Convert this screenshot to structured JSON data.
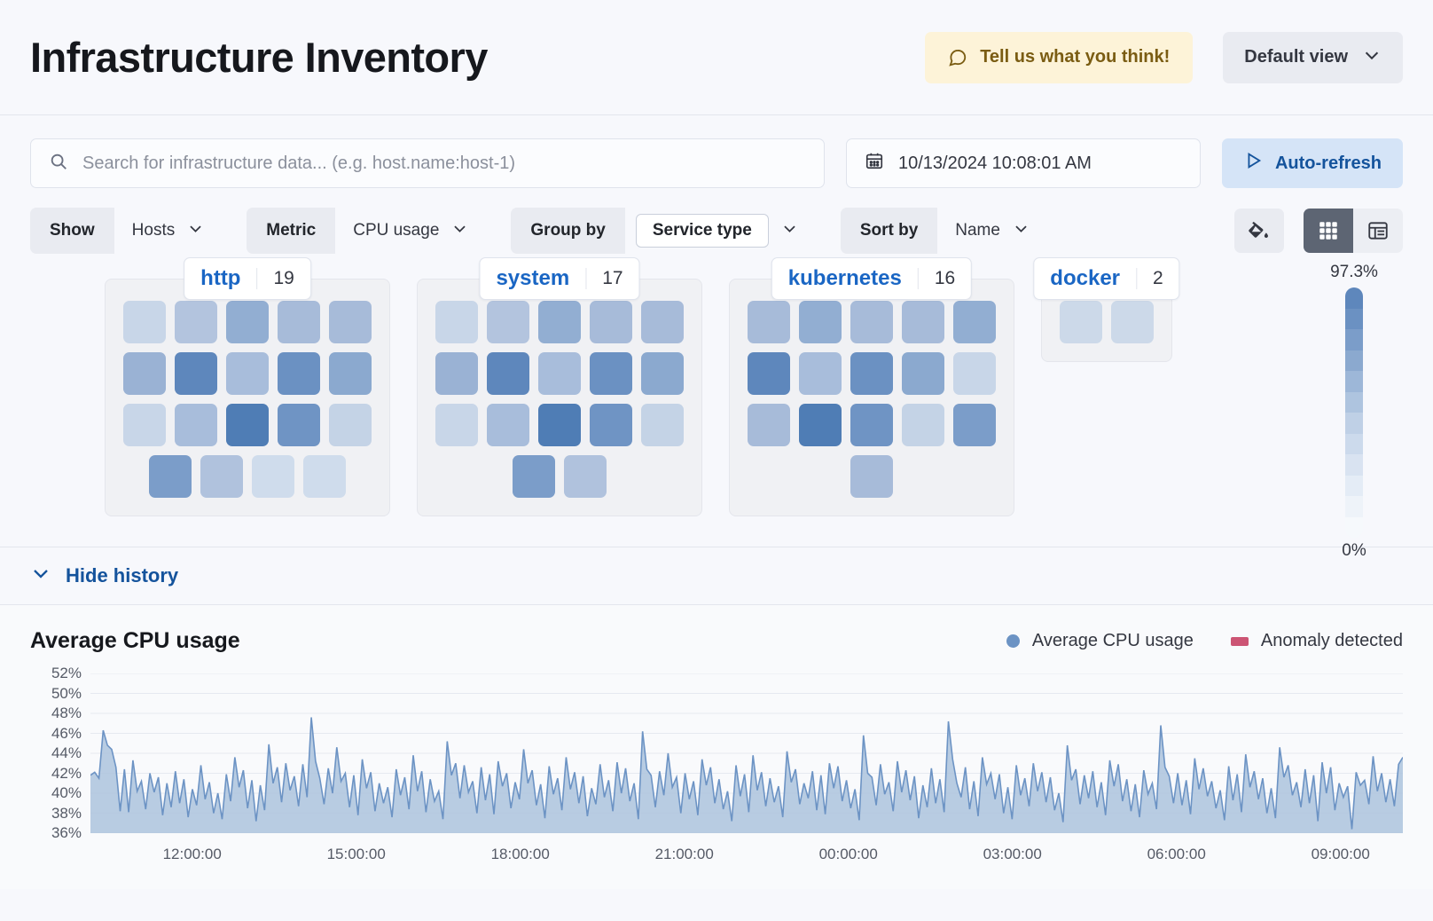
{
  "header": {
    "title": "Infrastructure Inventory",
    "feedback_label": "Tell us what you think!",
    "feedback_icon": "comment-icon",
    "view_label": "Default view",
    "view_icon": "chevron-down-icon"
  },
  "search": {
    "placeholder": "Search for infrastructure data... (e.g. host.name:host-1)",
    "icon": "search-icon",
    "date_value": "10/13/2024 10:08:01 AM",
    "date_icon": "calendar-icon",
    "refresh_label": "Auto-refresh",
    "refresh_icon": "play-icon"
  },
  "filters": [
    {
      "label": "Show",
      "value": "Hosts",
      "boxed": false
    },
    {
      "label": "Metric",
      "value": "CPU usage",
      "boxed": false
    },
    {
      "label": "Group by",
      "value": "Service type",
      "boxed": true
    },
    {
      "label": "Sort by",
      "value": "Name",
      "boxed": false
    }
  ],
  "view_tools": {
    "palette_icon": "paint-bucket-icon",
    "grid_icon": "grid-view-icon",
    "table_icon": "table-view-icon",
    "active_view": "grid"
  },
  "legend_scale": {
    "max_label": "97.3%",
    "min_label": "0%",
    "colors": [
      "#5e87bc",
      "#6b91c2",
      "#7b9dc9",
      "#8ba9cf",
      "#9db7d8",
      "#aec4df",
      "#bfd0e6",
      "#ccdaec",
      "#d9e3f1",
      "#e4ecf6",
      "#eef3f9",
      "#f6f9fc"
    ]
  },
  "groups": [
    {
      "name": "http",
      "count": "19",
      "rows": [
        [
          "#c8d6e8",
          "#b3c4de",
          "#92aed2",
          "#a7bbd9",
          "#a7bbd9"
        ],
        [
          "#9ab2d4",
          "#5e87bc",
          "#a8bddb",
          "#6b91c2",
          "#8ba9cf"
        ],
        [
          "#c8d6e8",
          "#a8bddb",
          "#4f7db5",
          "#6f94c4",
          "#c4d3e6"
        ],
        [
          "#7b9dc9",
          "#b0c2dd",
          "#cfdcec",
          "#cfdcec"
        ]
      ]
    },
    {
      "name": "system",
      "count": "17",
      "rows": [
        [
          "#c8d6e8",
          "#b3c4de",
          "#92aed2",
          "#a7bbd9",
          "#a7bbd9"
        ],
        [
          "#9ab2d4",
          "#5e87bc",
          "#a8bddb",
          "#6b91c2",
          "#8ba9cf"
        ],
        [
          "#c8d6e8",
          "#a8bddb",
          "#4f7db5",
          "#6f94c4",
          "#c4d3e6"
        ],
        [
          "#7b9dc9",
          "#b0c2dd"
        ]
      ]
    },
    {
      "name": "kubernetes",
      "count": "16",
      "rows": [
        [
          "#a7bbd9",
          "#92aed2",
          "#a7bbd9",
          "#a7bbd9",
          "#92aed2"
        ],
        [
          "#5e87bc",
          "#a8bddb",
          "#6b91c2",
          "#8ba9cf",
          "#c8d6e8"
        ],
        [
          "#a7bbd9",
          "#4f7db5",
          "#6f94c4",
          "#c4d3e6",
          "#7b9dc9"
        ],
        [
          "#a7bbd9"
        ]
      ]
    },
    {
      "name": "docker",
      "count": "2",
      "rows": [
        [
          "#ccd9e9",
          "#ccd9e9"
        ]
      ]
    }
  ],
  "history": {
    "toggle_label": "Hide history",
    "toggle_icon": "chevron-down-icon"
  },
  "chart_data": {
    "type": "area",
    "title": "Average CPU usage",
    "xlabel": "",
    "ylabel": "",
    "ylim": [
      36,
      52
    ],
    "grid": true,
    "legend_position": "top-right",
    "legend": [
      {
        "name": "Average CPU usage",
        "color": "#6c93c4",
        "marker": "circle"
      },
      {
        "name": "Anomaly detected",
        "color": "#cc5474",
        "marker": "square"
      }
    ],
    "ytick_labels": [
      "52%",
      "50%",
      "48%",
      "46%",
      "44%",
      "42%",
      "40%",
      "38%",
      "36%"
    ],
    "ytick_values": [
      52,
      50,
      48,
      46,
      44,
      42,
      40,
      38,
      36
    ],
    "xtick_labels": [
      "12:00:00",
      "15:00:00",
      "18:00:00",
      "21:00:00",
      "00:00:00",
      "03:00:00",
      "06:00:00",
      "09:00:00"
    ],
    "series": [
      {
        "name": "Average CPU usage",
        "color": "#6c93c4",
        "values": [
          41.8,
          42.1,
          41.5,
          46.3,
          44.8,
          44.4,
          42.6,
          38.2,
          42.4,
          38.1,
          43.3,
          40.2,
          41.2,
          38.4,
          42.0,
          40.1,
          41.6,
          37.8,
          41.0,
          38.6,
          42.2,
          39.0,
          41.4,
          37.6,
          40.4,
          38.8,
          42.8,
          39.4,
          41.1,
          38.0,
          40.0,
          37.4,
          41.9,
          39.2,
          43.6,
          40.6,
          42.3,
          38.5,
          41.3,
          37.2,
          40.8,
          38.3,
          44.9,
          41.0,
          42.6,
          39.1,
          43.0,
          40.3,
          41.7,
          38.7,
          42.9,
          39.6,
          47.6,
          43.2,
          41.5,
          38.9,
          42.5,
          40.0,
          44.6,
          41.2,
          42.0,
          38.6,
          41.8,
          37.8,
          43.4,
          40.5,
          42.1,
          38.2,
          41.0,
          39.0,
          40.6,
          37.6,
          42.4,
          39.8,
          41.6,
          38.4,
          43.8,
          40.2,
          42.2,
          38.1,
          41.4,
          39.2,
          40.2,
          37.4,
          45.2,
          41.8,
          43.0,
          39.5,
          42.8,
          40.1,
          41.2,
          38.0,
          42.6,
          39.3,
          41.9,
          37.9,
          43.2,
          40.7,
          42.0,
          38.5,
          41.1,
          39.4,
          44.4,
          41.0,
          42.3,
          38.8,
          40.9,
          37.5,
          42.7,
          39.9,
          41.5,
          38.3,
          43.6,
          40.4,
          42.1,
          39.0,
          41.7,
          37.7,
          40.5,
          38.9,
          42.9,
          39.6,
          41.3,
          38.2,
          43.1,
          40.0,
          42.5,
          39.2,
          41.0,
          37.4,
          46.2,
          42.4,
          41.8,
          38.6,
          42.2,
          39.8,
          44.0,
          40.6,
          41.6,
          38.0,
          42.0,
          39.4,
          41.2,
          37.8,
          43.4,
          40.8,
          42.6,
          39.0,
          41.4,
          38.4,
          40.2,
          37.2,
          42.8,
          39.7,
          41.9,
          38.1,
          43.8,
          40.3,
          42.1,
          38.7,
          41.5,
          39.1,
          40.7,
          37.6,
          44.2,
          41.1,
          42.4,
          38.9,
          41.0,
          39.5,
          42.2,
          38.3,
          41.8,
          37.9,
          43.0,
          40.5,
          42.7,
          39.2,
          41.3,
          38.5,
          40.4,
          37.3,
          45.8,
          42.0,
          41.6,
          38.8,
          42.9,
          39.9,
          41.1,
          38.2,
          43.2,
          40.1,
          42.3,
          39.3,
          41.7,
          37.5,
          40.8,
          38.6,
          42.5,
          39.0,
          41.4,
          38.1,
          47.2,
          43.4,
          41.0,
          39.6,
          42.6,
          38.4,
          41.2,
          37.7,
          43.6,
          40.9,
          42.0,
          39.4,
          41.9,
          38.0,
          40.6,
          37.4,
          42.8,
          39.8,
          41.5,
          38.7,
          43.0,
          40.2,
          42.1,
          39.1,
          41.6,
          38.3,
          40.0,
          37.1,
          44.8,
          41.3,
          42.4,
          38.9,
          41.8,
          39.5,
          42.2,
          38.6,
          41.1,
          37.8,
          43.3,
          40.7,
          42.9,
          39.2,
          41.4,
          38.2,
          40.9,
          37.6,
          42.3,
          39.9,
          41.0,
          38.4,
          46.8,
          42.6,
          41.7,
          39.0,
          42.0,
          38.8,
          41.3,
          37.9,
          43.5,
          40.4,
          42.5,
          39.7,
          41.2,
          38.5,
          40.3,
          37.3,
          42.7,
          39.3,
          41.9,
          38.1,
          43.9,
          40.6,
          42.2,
          39.4,
          41.5,
          38.0,
          40.5,
          37.5,
          44.6,
          41.6,
          42.8,
          39.8,
          41.1,
          38.6,
          42.4,
          39.0,
          41.8,
          37.2,
          43.1,
          40.0,
          42.6,
          38.3,
          41.0,
          39.6,
          40.7,
          36.4,
          42.1,
          40.8,
          41.3,
          38.9,
          43.7,
          40.2,
          42.0,
          39.1,
          41.4,
          38.7,
          42.9,
          43.6
        ]
      }
    ]
  }
}
